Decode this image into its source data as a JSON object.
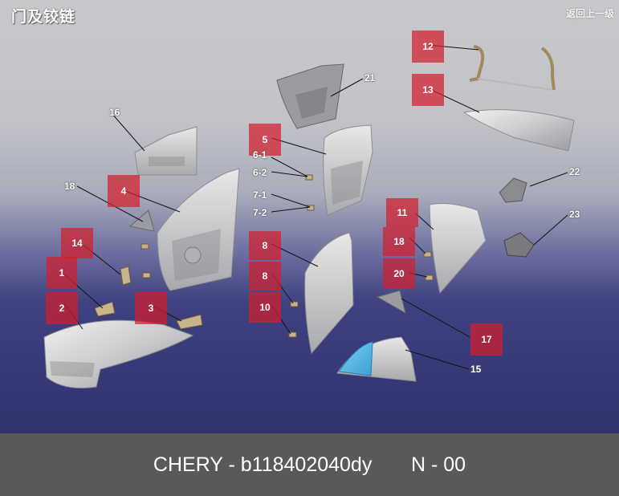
{
  "header": {
    "title": "门及铰链",
    "back_link": "返回上一级"
  },
  "callouts": {
    "c1": "1",
    "c2": "2",
    "c3": "3",
    "c4": "4",
    "c5": "5",
    "c6_1": "6-1",
    "c6_2": "6-2",
    "c7_1": "7-1",
    "c7_2": "7-2",
    "c8a": "8",
    "c8b": "8",
    "c10": "10",
    "c11": "11",
    "c12": "12",
    "c13": "13",
    "c14": "14",
    "c15": "15",
    "c16": "16",
    "c17": "17",
    "c18a": "18",
    "c18b": "18",
    "c20": "20",
    "c21": "21",
    "c22": "22",
    "c23": "23"
  },
  "footer": {
    "brand_part": "CHERY - b118402040dy",
    "page": "N - 00"
  },
  "colors": {
    "callout_red": "#d21e2d",
    "footer_bg": "#595959"
  }
}
